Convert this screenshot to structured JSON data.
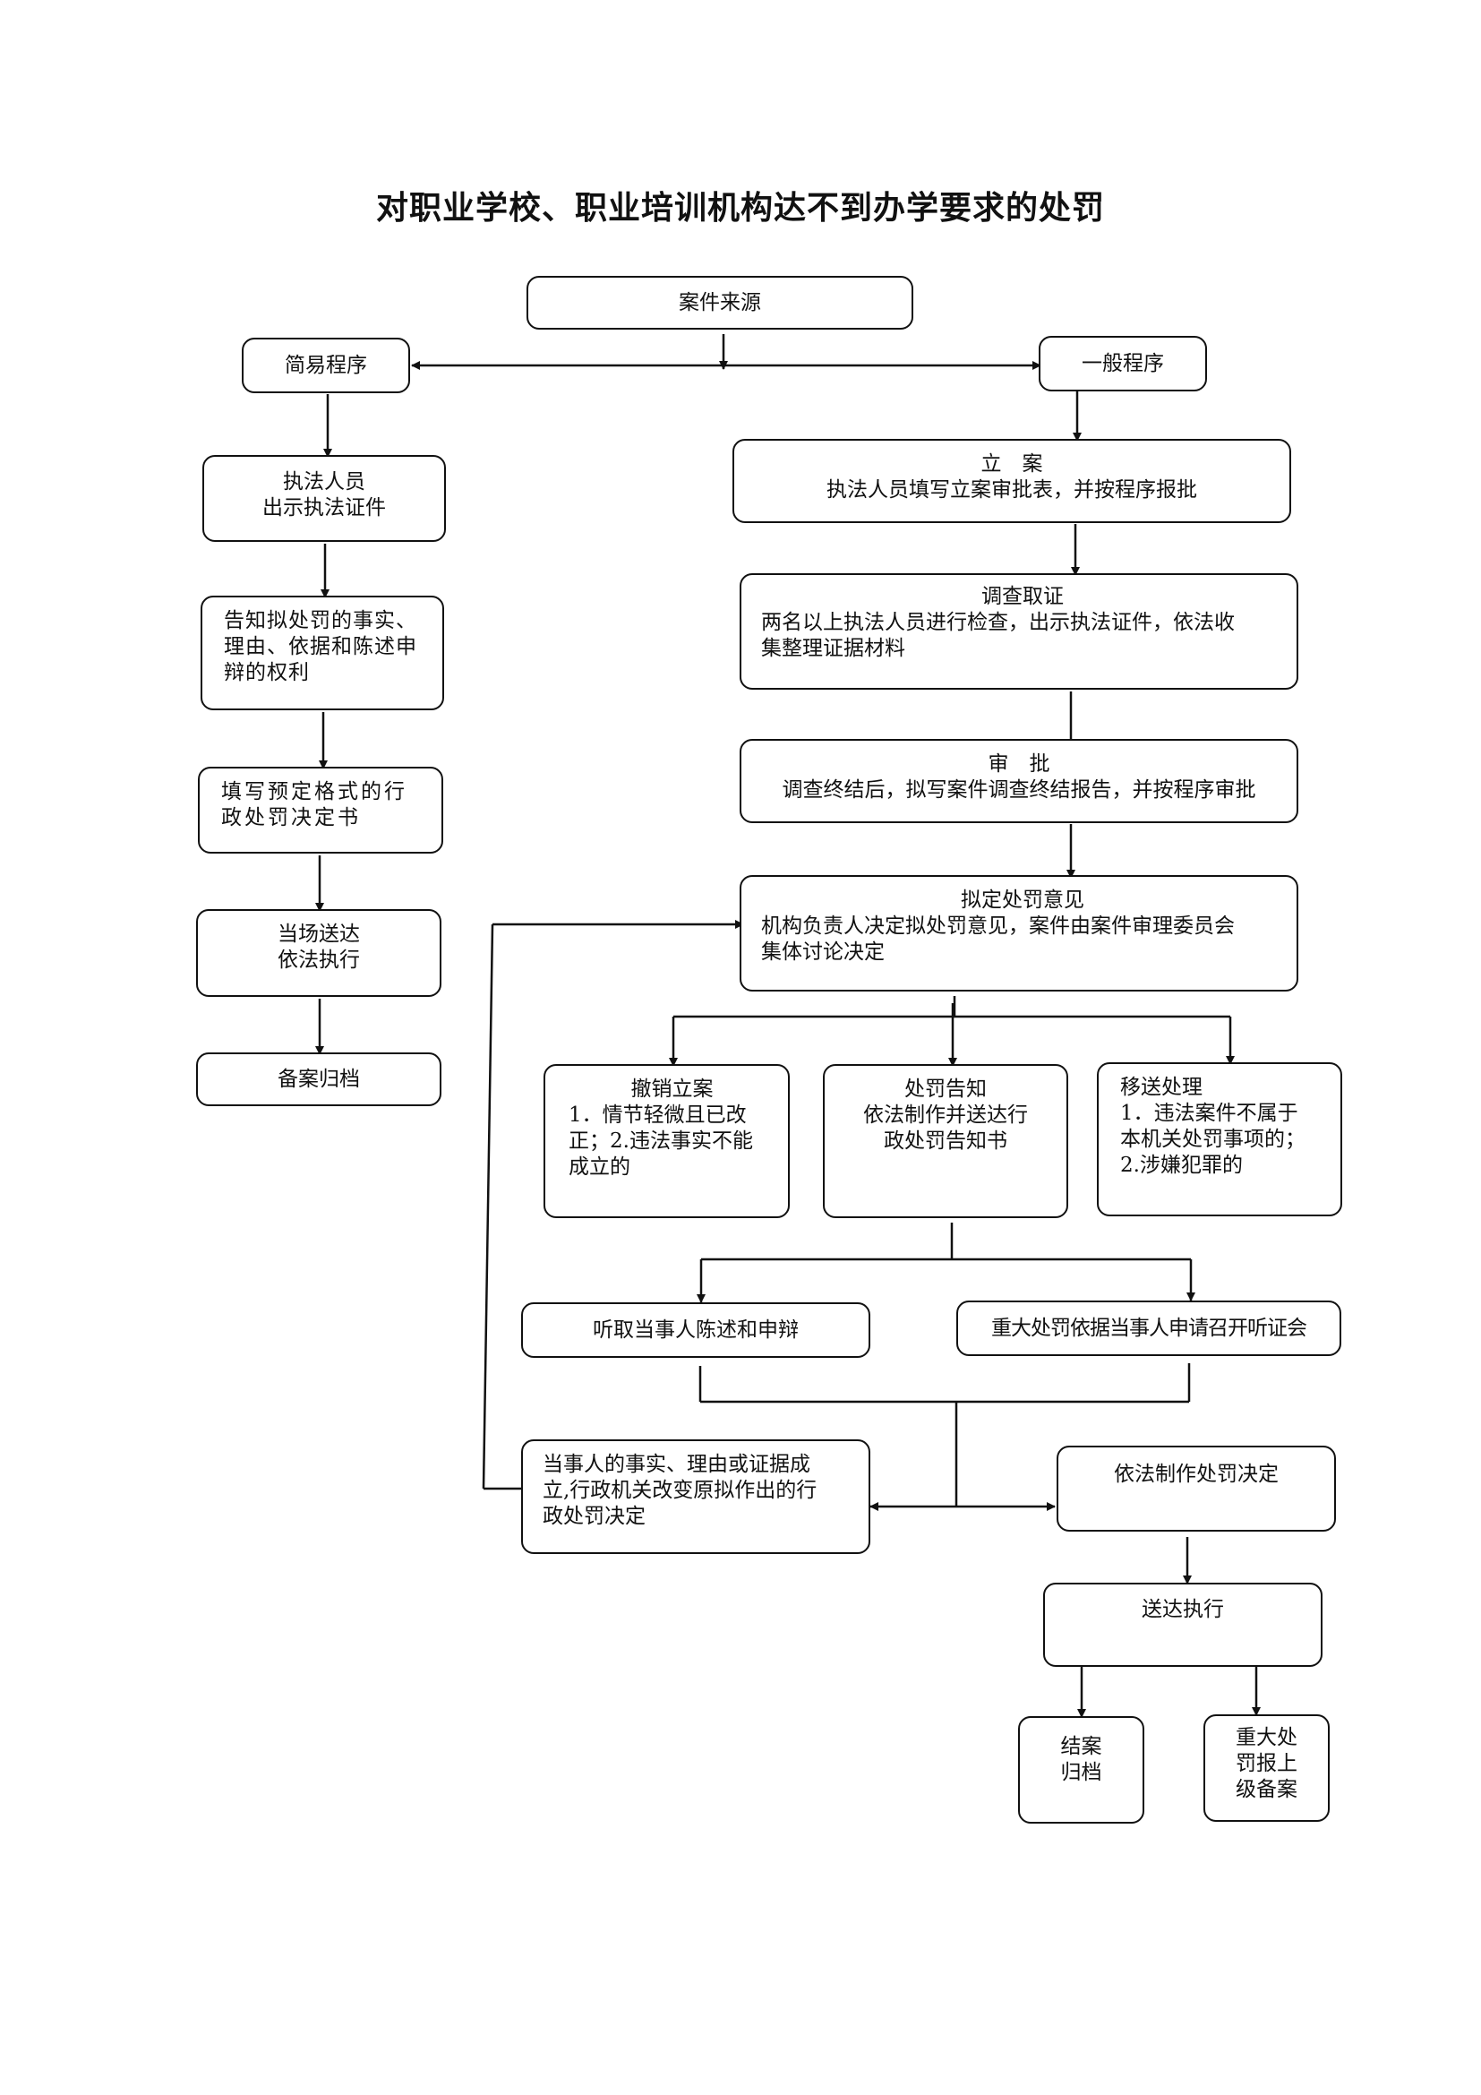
{
  "title": "对职业学校、职业培训机构达不到办学要求的处罚",
  "nodes": {
    "source": {
      "lines": [
        "案件来源"
      ]
    },
    "simple": {
      "lines": [
        "简易程序"
      ]
    },
    "general": {
      "lines": [
        "一般程序"
      ]
    },
    "show_id": {
      "lines": [
        "执法人员",
        "出示执法证件"
      ]
    },
    "inform_rights": {
      "lines": [
        "告知拟处罚的事实、",
        "理由、依据和陈述申",
        "辩的权利"
      ]
    },
    "fill_form": {
      "lines": [
        "填写预定格式的行",
        "政处罚决定书"
      ]
    },
    "deliver_onsite": {
      "lines": [
        "当场送达",
        "依法执行"
      ]
    },
    "archive_simple": {
      "lines": [
        "备案归档"
      ]
    },
    "register": {
      "lines": [
        "立　案",
        "执法人员填写立案审批表，并按程序报批"
      ]
    },
    "investigate": {
      "lines": [
        "调查取证",
        "两名以上执法人员进行检查，出示执法证件，依法收",
        "集整理证据材料"
      ]
    },
    "approve": {
      "lines": [
        "审　批",
        "调查终结后，拟写案件调查终结报告，并按程序审批"
      ]
    },
    "draft_opinion": {
      "lines": [
        "拟定处罚意见",
        "机构负责人决定拟处罚意见，案件由案件审理委员会",
        "集体讨论决定"
      ]
    },
    "revoke": {
      "lines": [
        "撤销立案",
        "1．情节轻微且已改",
        "正；2.违法事实不能",
        "成立的"
      ]
    },
    "notice": {
      "lines": [
        "处罚告知",
        "依法制作并送达行",
        "政处罚告知书"
      ]
    },
    "transfer": {
      "lines": [
        "移送处理",
        "1．违法案件不属于",
        "本机关处罚事项的；",
        "2.涉嫌犯罪的"
      ]
    },
    "hear_statement": {
      "lines": [
        "听取当事人陈述和申辩"
      ]
    },
    "hearing": {
      "lines": [
        "重大处罚依据当事人申请召开听证会"
      ]
    },
    "change_decision": {
      "lines": [
        "当事人的事实、理由或证据成",
        "立,行政机关改变原拟作出的行",
        "政处罚决定"
      ]
    },
    "make_decision": {
      "lines": [
        "依法制作处罚决定"
      ]
    },
    "deliver_execute": {
      "lines": [
        "送达执行"
      ]
    },
    "close_archive": {
      "lines": [
        "结案",
        "归档"
      ]
    },
    "report_superior": {
      "lines": [
        "重大处",
        "罚报上",
        "级备案"
      ]
    }
  }
}
